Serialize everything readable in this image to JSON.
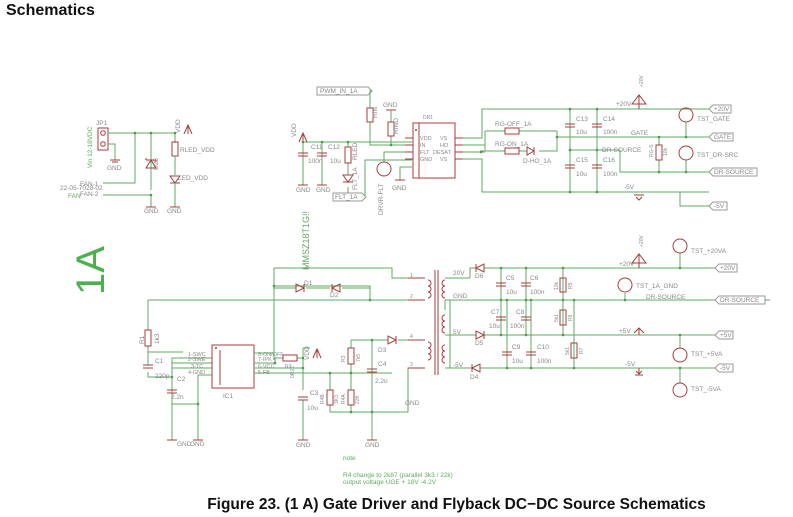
{
  "page": {
    "title": "Schematics",
    "caption": "Figure 23. (1 A) Gate Driver and Flyback DC−DC Source Schematics"
  },
  "board_label": "1A",
  "colors": {
    "wire": "#5fa85f",
    "part": "#a63c3c",
    "label": "#888888"
  },
  "input_section": {
    "connector": "JP1",
    "connector_label": "Vin 12-18VDC",
    "fan_connector": "22-05-7028-02",
    "fan_pins": [
      "FAN-1",
      "FAN-2"
    ],
    "fan_label": "FAN",
    "zener": "D25",
    "resistor": "RLED_VDD",
    "led": "LED_VDD",
    "supply": "VDD",
    "gnd": "GND"
  },
  "driver_section": {
    "input_port": "PWM_IN_1A",
    "fault_port": "FLT_1A",
    "testpoint": "DRVR-FLT",
    "ic": "DR1",
    "ic_pins_left": [
      "VDD",
      "IN",
      "FLT",
      "GND"
    ],
    "ic_pins_right": [
      "VS",
      "HO",
      "DESAT",
      "VS"
    ],
    "rin": "RIN",
    "rind": "RIND",
    "rled": "RLED",
    "led": "FLT_1A",
    "caps": [
      {
        "name": "C11",
        "value": "100n"
      },
      {
        "name": "C12",
        "value": "10u"
      }
    ],
    "supply": "VDD",
    "gnd": "GND"
  },
  "gate_section": {
    "rg_off": "RG-OFF_1A",
    "rg_on": "RG-ON_1A",
    "diode": "D-HO_1A",
    "caps": [
      {
        "name": "C13",
        "value": "10u"
      },
      {
        "name": "C14",
        "value": "100n"
      },
      {
        "name": "C15",
        "value": "10u"
      },
      {
        "name": "C16",
        "value": "100n"
      }
    ],
    "rgs": {
      "name": "RG-S",
      "value": "10k"
    },
    "nets": [
      "+20V",
      "GATE",
      "DR-SOURCE",
      "-5V"
    ],
    "testpoints": [
      "TST_GATE",
      "TST_DR-SRC"
    ],
    "ports": [
      "+20V",
      "GATE",
      "DR-SOURCE",
      "-5V"
    ]
  },
  "flyback_section": {
    "zener_note": "MMSZ18T1G!!",
    "ic": "IC1",
    "ic_pins_left": [
      "1-SWC",
      "2-SWE",
      "3-TC",
      "4-GND"
    ],
    "ic_pins_right": [
      "8-ON/OFF",
      "7-IPK",
      "6-VCC",
      "5-FB"
    ],
    "r1": {
      "name": "R1",
      "value": "1k3"
    },
    "c1": {
      "name": "C1",
      "value": "220p"
    },
    "c2": {
      "name": "C2",
      "value": "2.2n"
    },
    "r2": {
      "name": "R2",
      "value": "0R22"
    },
    "c3": {
      "name": "C3",
      "value": "10u"
    },
    "r3": {
      "name": "R3",
      "value": "7k5"
    },
    "c4": {
      "name": "C4",
      "value": "2.2u"
    },
    "r4a": {
      "name": "R4A",
      "value": "22K"
    },
    "r4b": {
      "name": "R4B",
      "value": "3K3"
    },
    "diodes": [
      "D1",
      "D2",
      "D3",
      "D4",
      "D5",
      "D6"
    ],
    "transformer_pins": [
      "1",
      "2",
      "3",
      "4"
    ],
    "secondary_taps": [
      "20V",
      "GND",
      "5V",
      "-5V"
    ],
    "caps": [
      {
        "name": "C5",
        "value": "10u"
      },
      {
        "name": "C6",
        "value": "100n"
      },
      {
        "name": "C7",
        "value": "10u"
      },
      {
        "name": "C8",
        "value": "100n"
      },
      {
        "name": "C9",
        "value": "10u"
      },
      {
        "name": "C10",
        "value": "100n"
      }
    ],
    "resistors": [
      {
        "name": "R5",
        "value": "10k"
      },
      {
        "name": "R6",
        "value": "5k1"
      },
      {
        "name": "R7",
        "value": "5k1"
      }
    ],
    "nets": [
      "+20V",
      "DR-SOURCE",
      "+5V",
      "-5V"
    ],
    "testpoints": [
      "TST_+20VA",
      "TST_1A_GND",
      "TST_+5VA",
      "TST_-5VA"
    ],
    "ports": [
      "+20V",
      "DR-SOURCE",
      "+5V",
      "-5V"
    ],
    "gnd": "GND",
    "supply": "VDD",
    "supply_20v": "+20V"
  },
  "note": {
    "title": "note",
    "lines": [
      "R4 change to 2k87 (parallel 3k3 / 22k)",
      "output voltage UGE + 18V -4.2V"
    ]
  }
}
